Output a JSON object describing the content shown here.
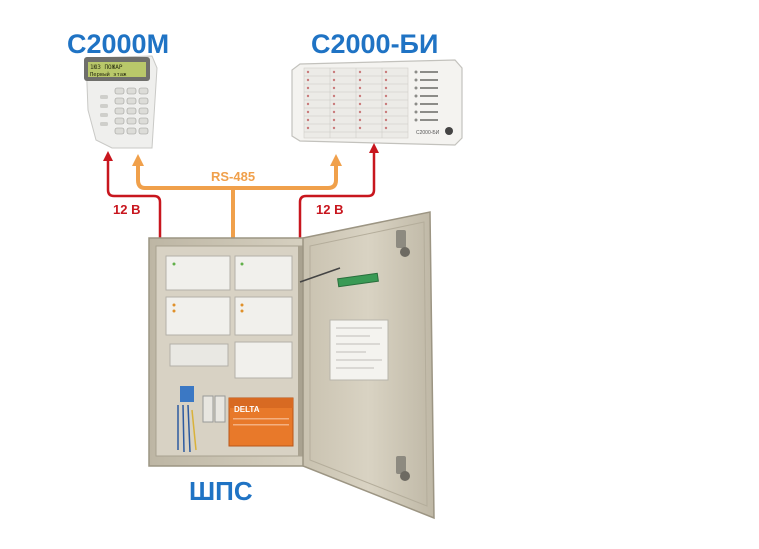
{
  "labels": {
    "keypad_title": "С2000М",
    "indicator_title": "С2000-БИ",
    "bus_label": "RS-485",
    "power_left": "12 В",
    "power_right": "12 В",
    "cabinet_title": "ШПС"
  },
  "keypad_screen": {
    "line1": "1ЮЗ  ПОЖАР",
    "line2": "Первый  этаж"
  },
  "indicator_brand": "С2000-БИ",
  "battery_brand": "DELTA",
  "colors": {
    "title_blue": "#1f73c4",
    "power_red": "#c8161e",
    "bus_orange": "#f0a04b",
    "cabinet_beige": "#cfc8b6",
    "battery_orange": "#e8792a"
  }
}
